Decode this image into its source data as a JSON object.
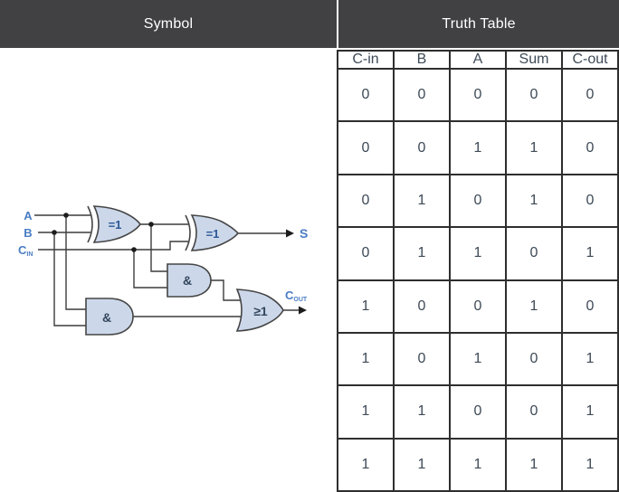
{
  "colors": {
    "header_bg": "#414042",
    "header_text": "#ffffff",
    "table_border": "#2e2e2e",
    "table_text": "#3e4a57",
    "gate_fill": "#ccd8ea",
    "gate_stroke": "#454545",
    "wire": "#3c3c3c",
    "signal_label_blue": "#4a7dc4",
    "xor_label_blue": "#2b5797"
  },
  "panels": {
    "symbol_header": "Symbol",
    "truth_table_header": "Truth Table"
  },
  "circuit": {
    "description": "full-adder logic circuit (IEC gate symbols)",
    "inputs": [
      {
        "label": "A"
      },
      {
        "label": "B"
      },
      {
        "label": "C",
        "sub": "IN"
      }
    ],
    "outputs": [
      {
        "label": "S"
      },
      {
        "label": "C",
        "sub": "OUT"
      }
    ],
    "gates": [
      {
        "id": "xor1",
        "type": "XOR",
        "label": "=1"
      },
      {
        "id": "xor2",
        "type": "XOR",
        "label": "=1"
      },
      {
        "id": "and1",
        "type": "AND",
        "label": "&"
      },
      {
        "id": "and2",
        "type": "AND",
        "label": "&"
      },
      {
        "id": "or1",
        "type": "OR",
        "label": "≥1"
      }
    ]
  },
  "truth_table": {
    "columns": [
      "C-in",
      "B",
      "A",
      "Sum",
      "C-out"
    ],
    "rows": [
      [
        "0",
        "0",
        "0",
        "0",
        "0"
      ],
      [
        "0",
        "0",
        "1",
        "1",
        "0"
      ],
      [
        "0",
        "1",
        "0",
        "1",
        "0"
      ],
      [
        "0",
        "1",
        "1",
        "0",
        "1"
      ],
      [
        "1",
        "0",
        "0",
        "1",
        "0"
      ],
      [
        "1",
        "0",
        "1",
        "0",
        "1"
      ],
      [
        "1",
        "1",
        "0",
        "0",
        "1"
      ],
      [
        "1",
        "1",
        "1",
        "1",
        "1"
      ]
    ]
  }
}
